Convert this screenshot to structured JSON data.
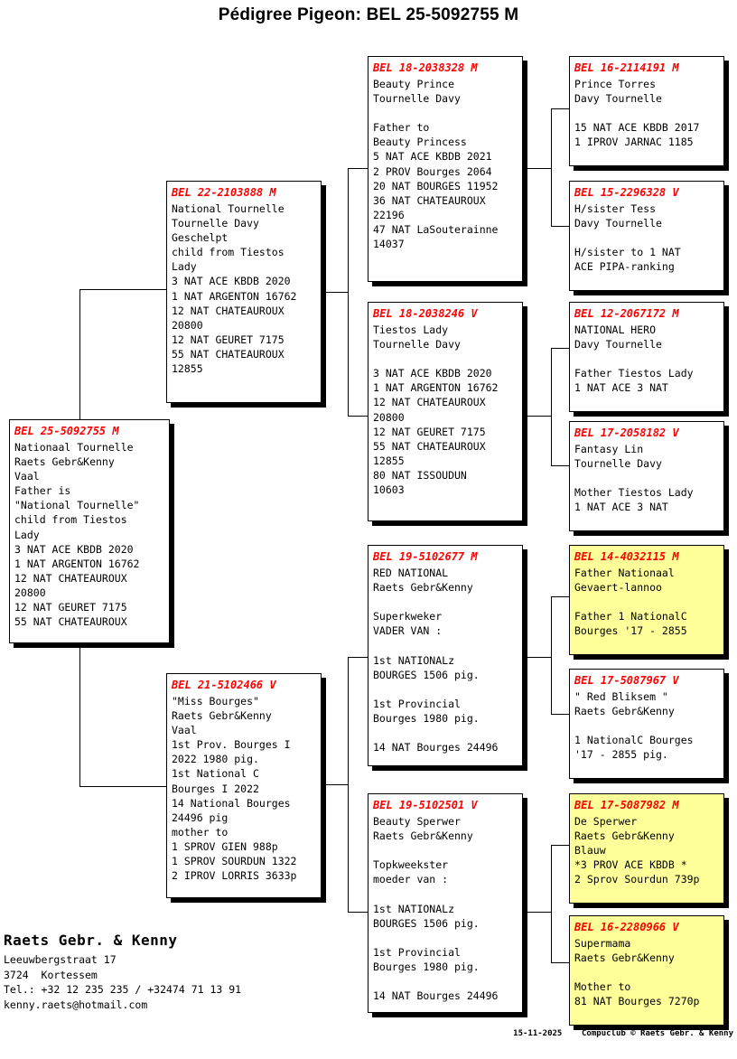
{
  "page": {
    "title": "Pédigree Pigeon: BEL 25-5092755 M"
  },
  "boxes": {
    "subject": {
      "ring": "BEL 25-5092755 M",
      "body": "Nationaal Tournelle\nRaets Gebr&Kenny\nVaal\nFather is\n\"National Tournelle\"\nchild from Tiestos\nLady\n3 NAT ACE KBDB 2020\n1 NAT ARGENTON 16762\n12 NAT CHATEAUROUX\n20800\n12 NAT GEURET 7175\n55 NAT CHATEAUROUX"
    },
    "father": {
      "ring": "BEL 22-2103888 M",
      "body": "National Tournelle\nTournelle Davy\nGeschelpt\nchild from Tiestos\nLady\n3 NAT ACE KBDB 2020\n1 NAT ARGENTON 16762\n12 NAT CHATEAUROUX\n20800\n12 NAT GEURET 7175\n55 NAT CHATEAUROUX\n12855"
    },
    "mother": {
      "ring": "BEL 21-5102466 V",
      "body": "\"Miss Bourges\"\nRaets Gebr&Kenny\nVaal\n1st Prov. Bourges I\n2022 1980 pig.\n1st National C\nBourges I 2022\n14 National Bourges\n24496 pig\nmother to\n1 SPROV GIEN 988p\n1 SPROV SOURDUN 1322\n2 IPROV LORRIS 3633p"
    },
    "ff": {
      "ring": "BEL 18-2038328 M",
      "body": "Beauty Prince\nTournelle Davy\n\nFather to\nBeauty Princess\n5 NAT ACE KBDB 2021\n2 PROV Bourges 2064\n20 NAT BOURGES 11952\n36 NAT CHATEAUROUX\n22196\n47 NAT LaSouterainne\n14037"
    },
    "fm": {
      "ring": "BEL 18-2038246 V",
      "body": "Tiestos Lady\nTournelle Davy\n\n3 NAT ACE KBDB 2020\n1 NAT ARGENTON 16762\n12 NAT CHATEAUROUX\n20800\n12 NAT GEURET 7175\n55 NAT CHATEAUROUX\n12855\n80 NAT ISSOUDUN\n10603"
    },
    "mf": {
      "ring": "BEL 19-5102677 M",
      "body": "RED NATIONAL\nRaets Gebr&Kenny\n\nSuperkweker\nVADER VAN :\n\n1st NATIONALz\nBOURGES 1506 pig.\n\n1st Provincial\nBourges 1980 pig.\n\n14 NAT Bourges 24496"
    },
    "mm": {
      "ring": "BEL 19-5102501 V",
      "body": "Beauty Sperwer\nRaets Gebr&Kenny\n\nTopkweekster\nmoeder van :\n\n1st NATIONALz\nBOURGES 1506 pig.\n\n1st Provincial\nBourges 1980 pig.\n\n14 NAT Bourges 24496"
    },
    "fff": {
      "ring": "BEL 16-2114191 M",
      "body": "Prince Torres\nDavy Tournelle\n\n15 NAT ACE KBDB 2017\n1 IPROV JARNAC 1185",
      "highlight": false
    },
    "ffm": {
      "ring": "BEL 15-2296328 V",
      "body": "H/sister Tess\nDavy Tournelle\n\nH/sister to 1 NAT\nACE PIPA-ranking",
      "highlight": false
    },
    "fmf": {
      "ring": "BEL 12-2067172 M",
      "body": "NATIONAL HERO\nDavy Tournelle\n\nFather Tiestos Lady\n1 NAT ACE 3 NAT",
      "highlight": false
    },
    "fmm": {
      "ring": "BEL 17-2058182 V",
      "body": "Fantasy Lin\nTournelle Davy\n\nMother Tiestos Lady\n1 NAT ACE 3 NAT",
      "highlight": false
    },
    "mff": {
      "ring": "BEL 14-4032115 M",
      "body": "Father Nationaal\nGevaert-lannoo\n\nFather 1 NationalC\nBourges '17 - 2855",
      "highlight": true
    },
    "mfm": {
      "ring": "BEL 17-5087967 V",
      "body": "\" Red Bliksem \"\nRaets Gebr&Kenny\n\n1 NationalC Bourges\n'17 - 2855 pig.",
      "highlight": false
    },
    "mmf": {
      "ring": "BEL 17-5087982 M",
      "body": "De Sperwer\nRaets Gebr&Kenny\nBlauw\n*3 PROV ACE KBDB *\n2 Sprov Sourdun 739p",
      "highlight": true
    },
    "mmm": {
      "ring": "BEL 16-2280966 V",
      "body": "Supermama\nRaets Gebr&Kenny\n\nMother to\n81 NAT Bourges 7270p",
      "highlight": true
    }
  },
  "footer": {
    "name": "Raets Gebr. & Kenny",
    "address": "Leeuwbergstraat 17",
    "city": "3724  Kortessem",
    "tel": "Tel.: +32 12 235 235 / +32474 71 13 91",
    "email": "kenny.raets@hotmail.com",
    "copyright": "15-11-2025    Compuclub © Raets Gebr. & Kenny"
  },
  "colors": {
    "ring_text": "#ff0000",
    "highlight_bg": "#ffff99",
    "box_border": "#000000",
    "shadow": "#000000"
  }
}
